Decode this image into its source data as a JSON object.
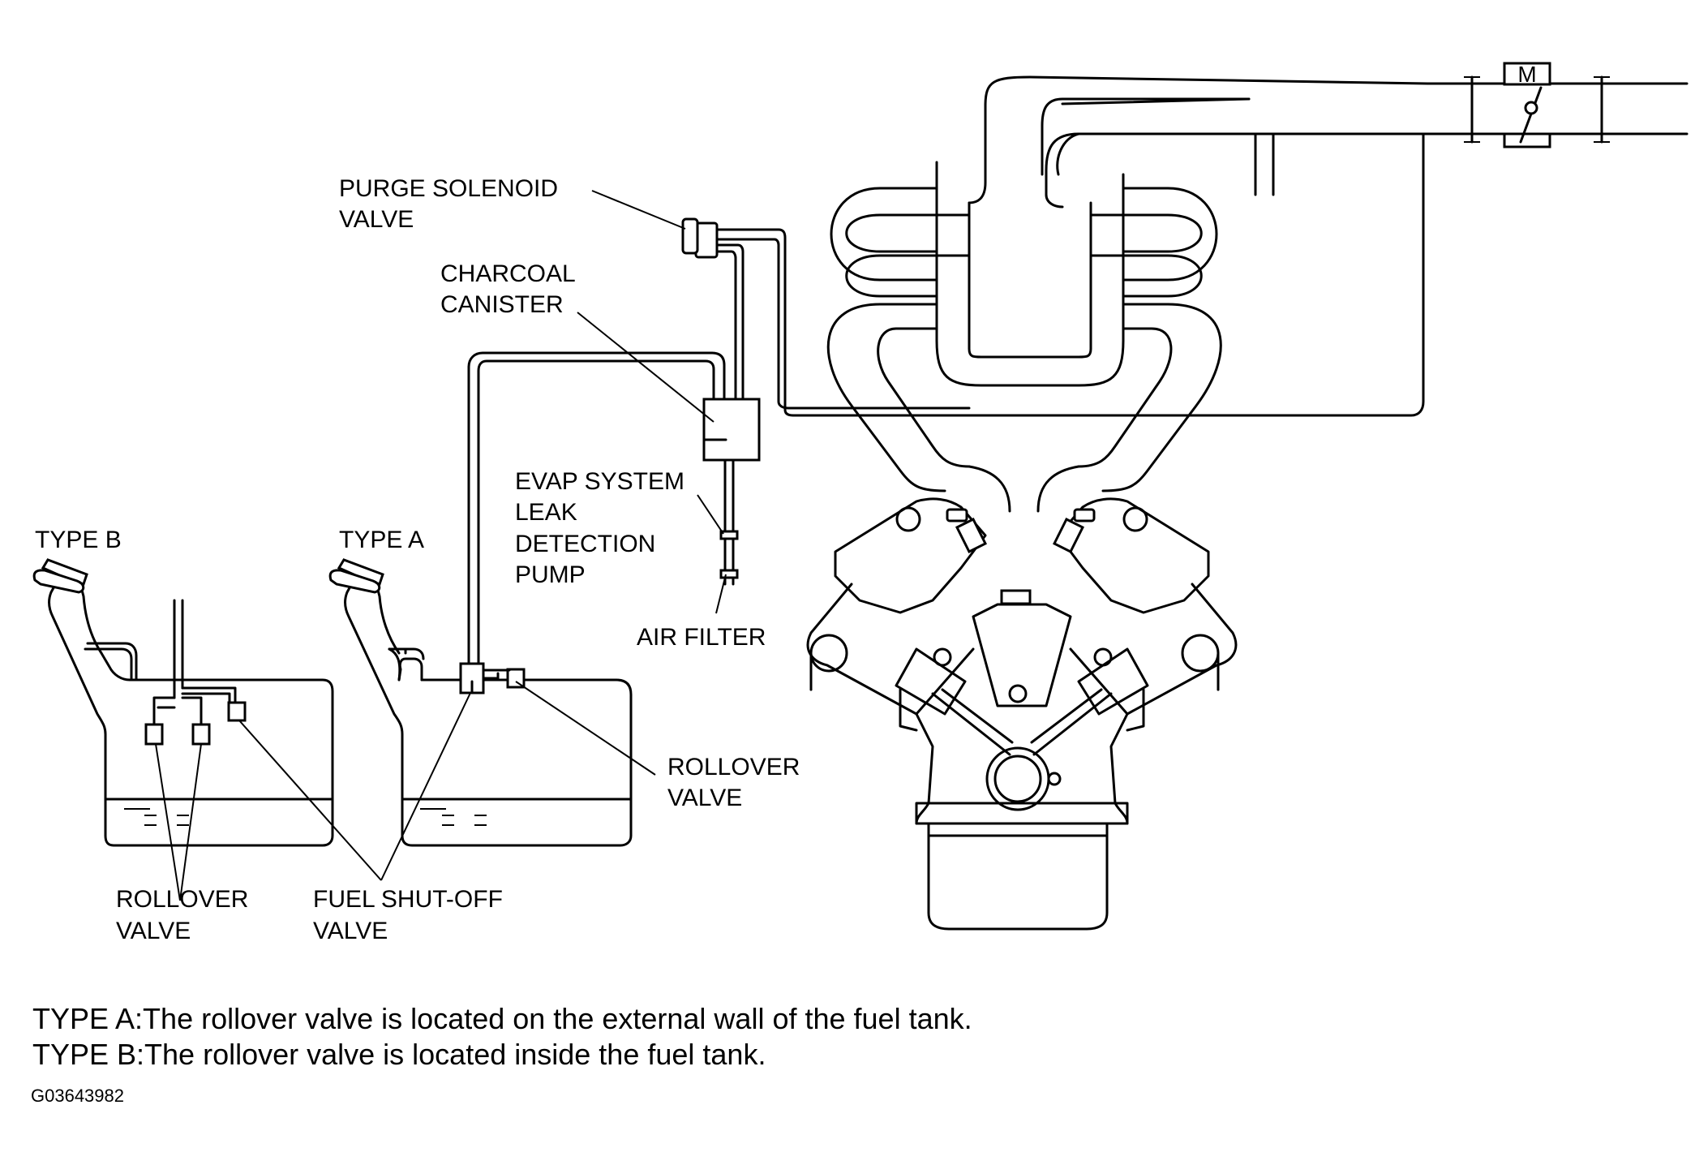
{
  "labels": {
    "purge_solenoid_valve": [
      "PURGE SOLENOID",
      "VALVE"
    ],
    "charcoal_canister": [
      "CHARCOAL",
      "CANISTER"
    ],
    "evap_leak_pump": [
      "EVAP SYSTEM",
      "LEAK",
      "DETECTION",
      "PUMP"
    ],
    "air_filter": "AIR FILTER",
    "type_b": "TYPE B",
    "type_a": "TYPE A",
    "rollover_valve_a": [
      "ROLLOVER",
      "VALVE"
    ],
    "rollover_valve_b": [
      "ROLLOVER",
      "VALVE"
    ],
    "fuel_shutoff_valve": [
      "FUEL SHUT-OFF",
      "VALVE"
    ],
    "motor": "M"
  },
  "notes": [
    "TYPE A:The rollover valve is located on the external wall of the fuel tank.",
    "TYPE B:The rollover valve is located inside the fuel tank."
  ],
  "figure_code": "G03643982"
}
